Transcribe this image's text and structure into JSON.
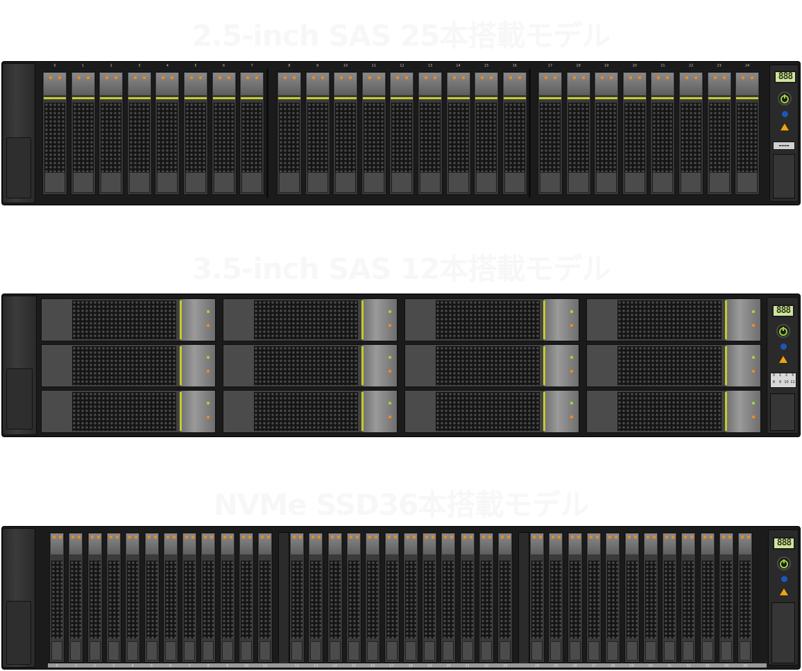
{
  "titles": {
    "model_24": "2.5-inch SAS 25本搭載モデル",
    "model_12": "3.5-inch SAS 12本搭載モデル",
    "model_36": "NVMe SSD36本搭載モデル"
  },
  "lcd_text": "888",
  "bay_numbers_24": [
    "0",
    "1",
    "2",
    "3",
    "4",
    "5",
    "6",
    "7",
    "8",
    "9",
    "10",
    "11",
    "12",
    "13",
    "14",
    "15",
    "16",
    "17",
    "18",
    "19",
    "20",
    "21",
    "22",
    "23",
    "24"
  ],
  "bay_numbers_36": [
    "0",
    "1",
    "2",
    "3",
    "4",
    "5",
    "6",
    "7",
    "8",
    "9",
    "10",
    "11",
    "12",
    "13",
    "14",
    "15",
    "16",
    "17",
    "18",
    "19",
    "20",
    "21",
    "22",
    "23",
    "24",
    "25",
    "26",
    "27",
    "28",
    "29",
    "30",
    "31",
    "32",
    "33",
    "34",
    "35"
  ],
  "port_labels": [
    "0",
    "1",
    "2",
    "3",
    "8",
    "9",
    "10",
    "11"
  ],
  "colors": {
    "chassis": "#1b1b1b",
    "drive_stripe": "#c4cc2d",
    "led_orange": "#f08a1c",
    "led_green": "#9ed43b",
    "uid_blue": "#1d56b8",
    "warning": "#f1a30a"
  },
  "icons": [
    "power-button-icon",
    "uid-indicator-icon",
    "warning-icon",
    "hex-mesh-grill"
  ]
}
